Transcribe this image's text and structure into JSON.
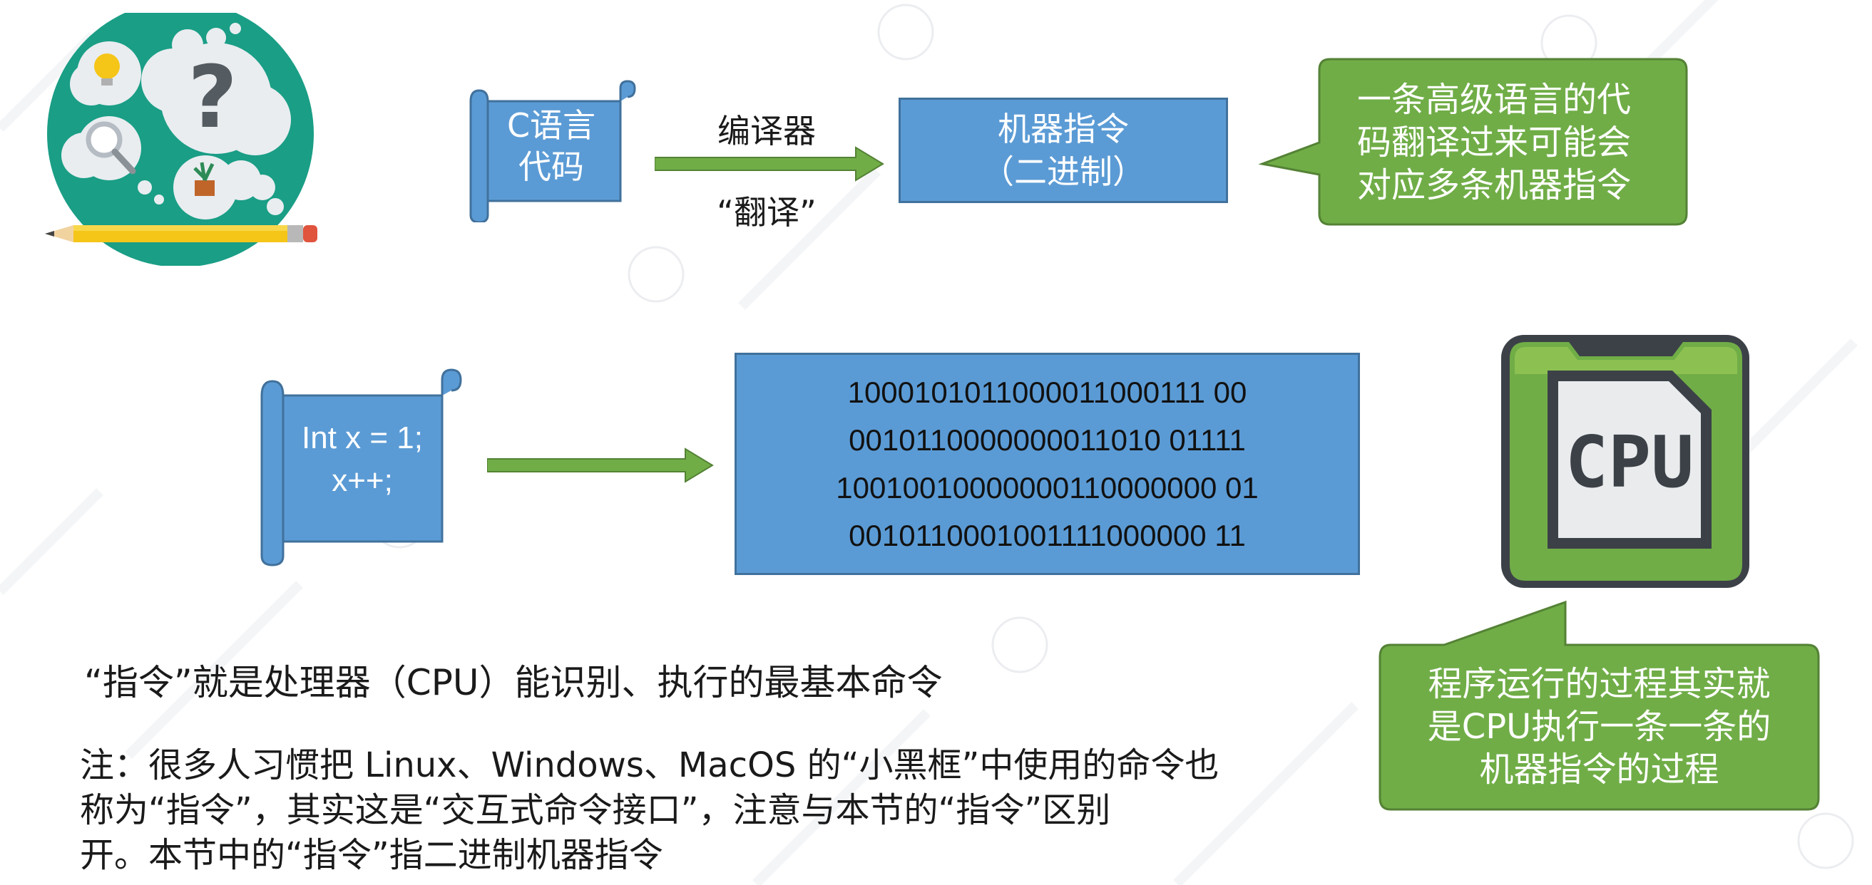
{
  "top_row": {
    "scroll_text": [
      "C语言",
      "代码"
    ],
    "compiler_label": "编译器",
    "translate_label": "“翻译”",
    "machine_instruction_box": [
      "机器指令",
      "（二进制）"
    ],
    "callout_text": [
      "一条高级语言的代",
      "码翻译过来可能会",
      "对应多条机器指令"
    ]
  },
  "middle_row": {
    "code_text": [
      "Int x = 1;",
      "x++;"
    ],
    "binary_lines": [
      "1000101011000011000111 00",
      "0010110000000011010 01111",
      "10010010000000110000000 01",
      "0010110001001111000000 11"
    ],
    "cpu_label": "CPU"
  },
  "callout_bottom": [
    "程序运行的过程其实就",
    "是CPU执行一条一条的",
    "机器指令的过程"
  ],
  "definition": "“指令”就是处理器（CPU）能识别、执行的最基本命令",
  "note": [
    "注：很多人习惯把 Linux、Windows、MacOS 的“小黑框”中使用的命令也",
    "称为“指令”，其实这是“交互式命令接口”，注意与本节的“指令”区别",
    "开。本节中的“指令”指二进制机器指令"
  ],
  "colors": {
    "box_blue": "#5b9bd5",
    "box_border": "#41719c",
    "green": "#70ad47",
    "green_dark": "#548235",
    "teal": "#1a9e86"
  }
}
